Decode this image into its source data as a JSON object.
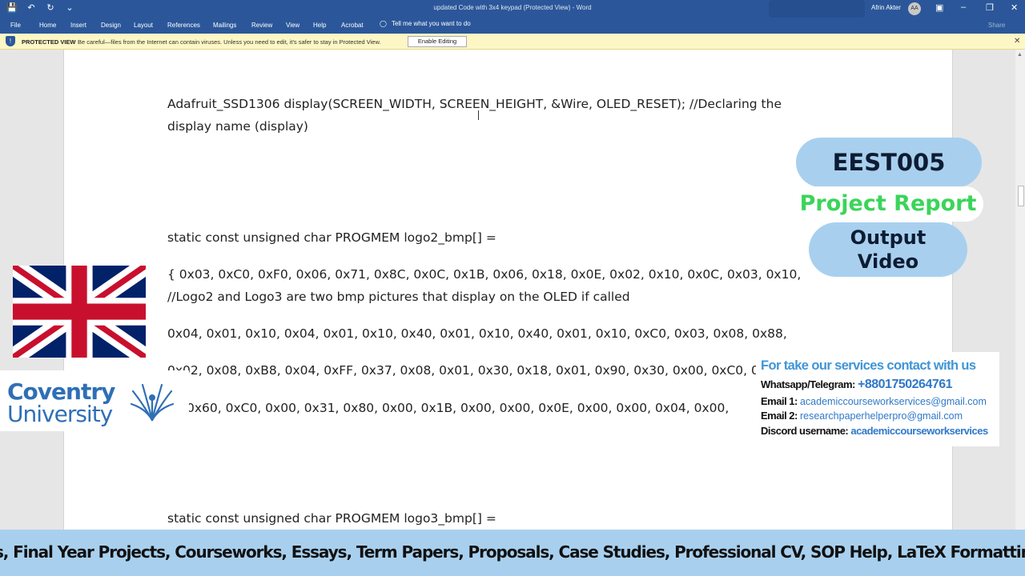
{
  "window": {
    "title": "updated Code with 3x4 keypad (Protected View)  -  Word",
    "user_name": "Afrin Akter",
    "user_initials": "AA"
  },
  "ribbon": {
    "tabs": [
      "File",
      "Home",
      "Insert",
      "Design",
      "Layout",
      "References",
      "Mailings",
      "Review",
      "View",
      "Help",
      "Acrobat"
    ],
    "tell_me": "Tell me what you want to do",
    "share": "Share"
  },
  "protected_view": {
    "label": "PROTECTED VIEW",
    "message": "Be careful—files from the Internet can contain viruses. Unless you need to edit, it's safer to stay in Protected View.",
    "enable_button": "Enable Editing"
  },
  "document": {
    "lines": [
      "Adafruit_SSD1306 display(SCREEN_WIDTH, SCREEN_HEIGHT, &Wire, OLED_RESET); //Declaring the",
      "display name (display)",
      "static const unsigned char PROGMEM logo2_bmp[] =",
      "{ 0x03, 0xC0, 0xF0, 0x06, 0x71, 0x8C, 0x0C, 0x1B, 0x06, 0x18, 0x0E, 0x02, 0x10, 0x0C, 0x03, 0x10,",
      "//Logo2 and Logo3 are two bmp pictures that display on the OLED if called",
      "0x04, 0x01, 0x10, 0x04, 0x01, 0x10, 0x40, 0x01, 0x10, 0x40, 0x01, 0x10, 0xC0, 0x03, 0x08, 0x88,",
      "0x02, 0x08, 0xB8, 0x04, 0xFF, 0x37, 0x08, 0x01, 0x30, 0x18, 0x01, 0x90, 0x30, 0x00, 0xC0, 0",
      "0x60, 0xC0, 0x00, 0x31, 0x80, 0x00, 0x1B, 0x00, 0x00, 0x0E, 0x00, 0x00, 0x04, 0x00,",
      "static const unsigned char PROGMEM logo3_bmp[] ="
    ]
  },
  "overlay": {
    "course_code": "EEST005",
    "report_label": "Project Report",
    "video_label_1": "Output",
    "video_label_2": "Video",
    "university_line1": "Coventry",
    "university_line2": "University",
    "contact": {
      "heading": "For take our services contact with us",
      "whatsapp_label": "Whatsapp/Telegram:",
      "whatsapp_value": "+8801750264761",
      "email1_label": "Email 1:",
      "email1_value": "academiccourseworkservices@gmail.com",
      "email2_label": "Email 2:",
      "email2_value": "researchpaperhelperpro@gmail.com",
      "discord_label": "Discord username:",
      "discord_value": "academiccourseworkservices"
    },
    "banner_text": "s,  Final Year Projects,  Courseworks,  Essays, Term Papers,  Proposals,  Case Studies, Professional CV,  SOP Help,  LaTeX Formatting, PPT Desig"
  },
  "colors": {
    "word_blue": "#2b579a",
    "protected_bar": "#fdf6c5",
    "badge_blue": "#a8d0ee",
    "report_green": "#3bd45a",
    "contact_blue": "#3f95d6"
  }
}
